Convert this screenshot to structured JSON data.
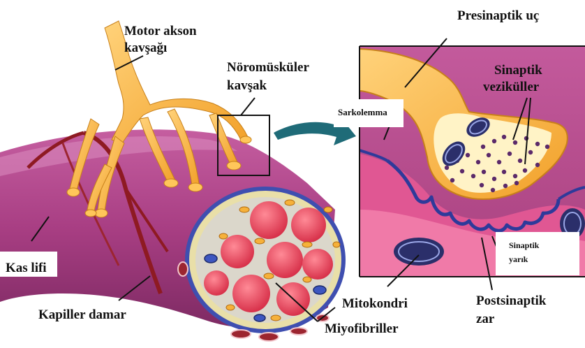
{
  "labels": {
    "motor_akson": "Motor  akson",
    "kavsagi": "kavşağı",
    "noromuskuler": "Nöromüsküler",
    "kavsak": "kavşak",
    "presinaptik_uc": "Presinaptik uç",
    "sinaptik": "Sinaptik",
    "vezikuller": "veziküller",
    "sarkolemma": "Sarkolemma",
    "kas_lifi": "Kas lifi",
    "kapiller_damar": "Kapiller damar",
    "mitokondri": "Mitokondri",
    "postsinaptik": "Postsinaptik",
    "zar": "zar",
    "sinaptik_small": "Sinaptik",
    "yarik": "yarık",
    "miyofibriller": "Miyofibriller"
  },
  "colors": {
    "muscle": "#b0468a",
    "muscle_light": "#d27ab0",
    "nerve": "#f6b13a",
    "nerve_light": "#ffd27a",
    "capillary": "#8e1a22",
    "myofibril": "#e8455a",
    "membrane_blue": "#4b57b8",
    "cleft": "#f3a9c4",
    "vesicle": "#5b2a6a",
    "arrow": "#1f6b78"
  }
}
